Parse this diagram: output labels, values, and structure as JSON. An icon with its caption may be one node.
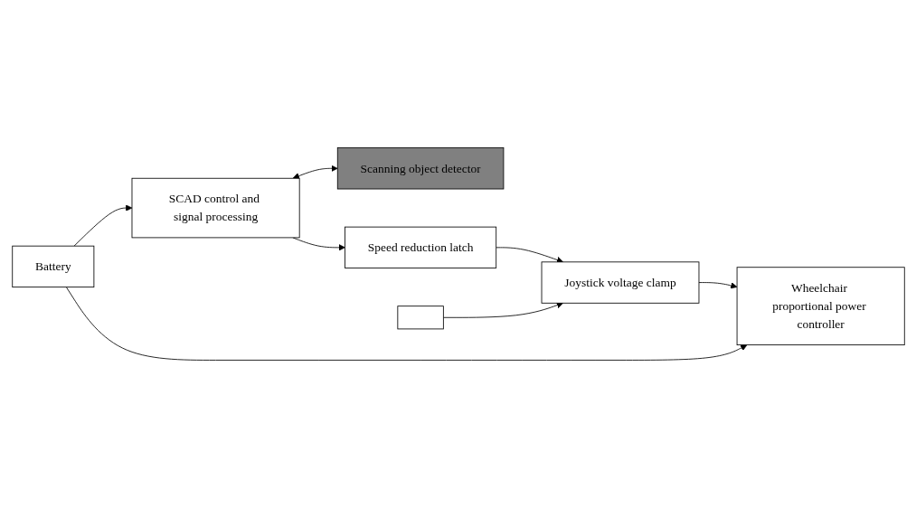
{
  "diagram": {
    "nodes": [
      {
        "text": [
          "SCAD control and signal processing"
        ]
      },
      {
        "text": [
          "Battery"
        ]
      },
      {
        "text": [
          "Scanning object detector"
        ]
      },
      {
        "text": [
          "Speed reduction latch"
        ]
      },
      {
        "text": [
          "Wheelchair proportional power controller"
        ]
      },
      {
        "text": [],
        "shape": "box"
      },
      {
        "text": [
          "Joystick voltage clamp"
        ]
      }
    ],
    "edges": [
      {
        "from": 1,
        "to": 0,
        "arrow": "to"
      },
      {
        "from": 0,
        "to": 2,
        "arrow": "both"
      },
      {
        "from": 0,
        "to": 3,
        "arrow": "to"
      },
      {
        "from": 1,
        "to": 4,
        "arrow": "to"
      },
      {
        "from": 3,
        "to": 6,
        "arrow": "to"
      },
      {
        "from": 5,
        "to": 6,
        "arrow": "to"
      },
      {
        "from": 6,
        "to": 4,
        "arrow": "to"
      }
    ]
  }
}
